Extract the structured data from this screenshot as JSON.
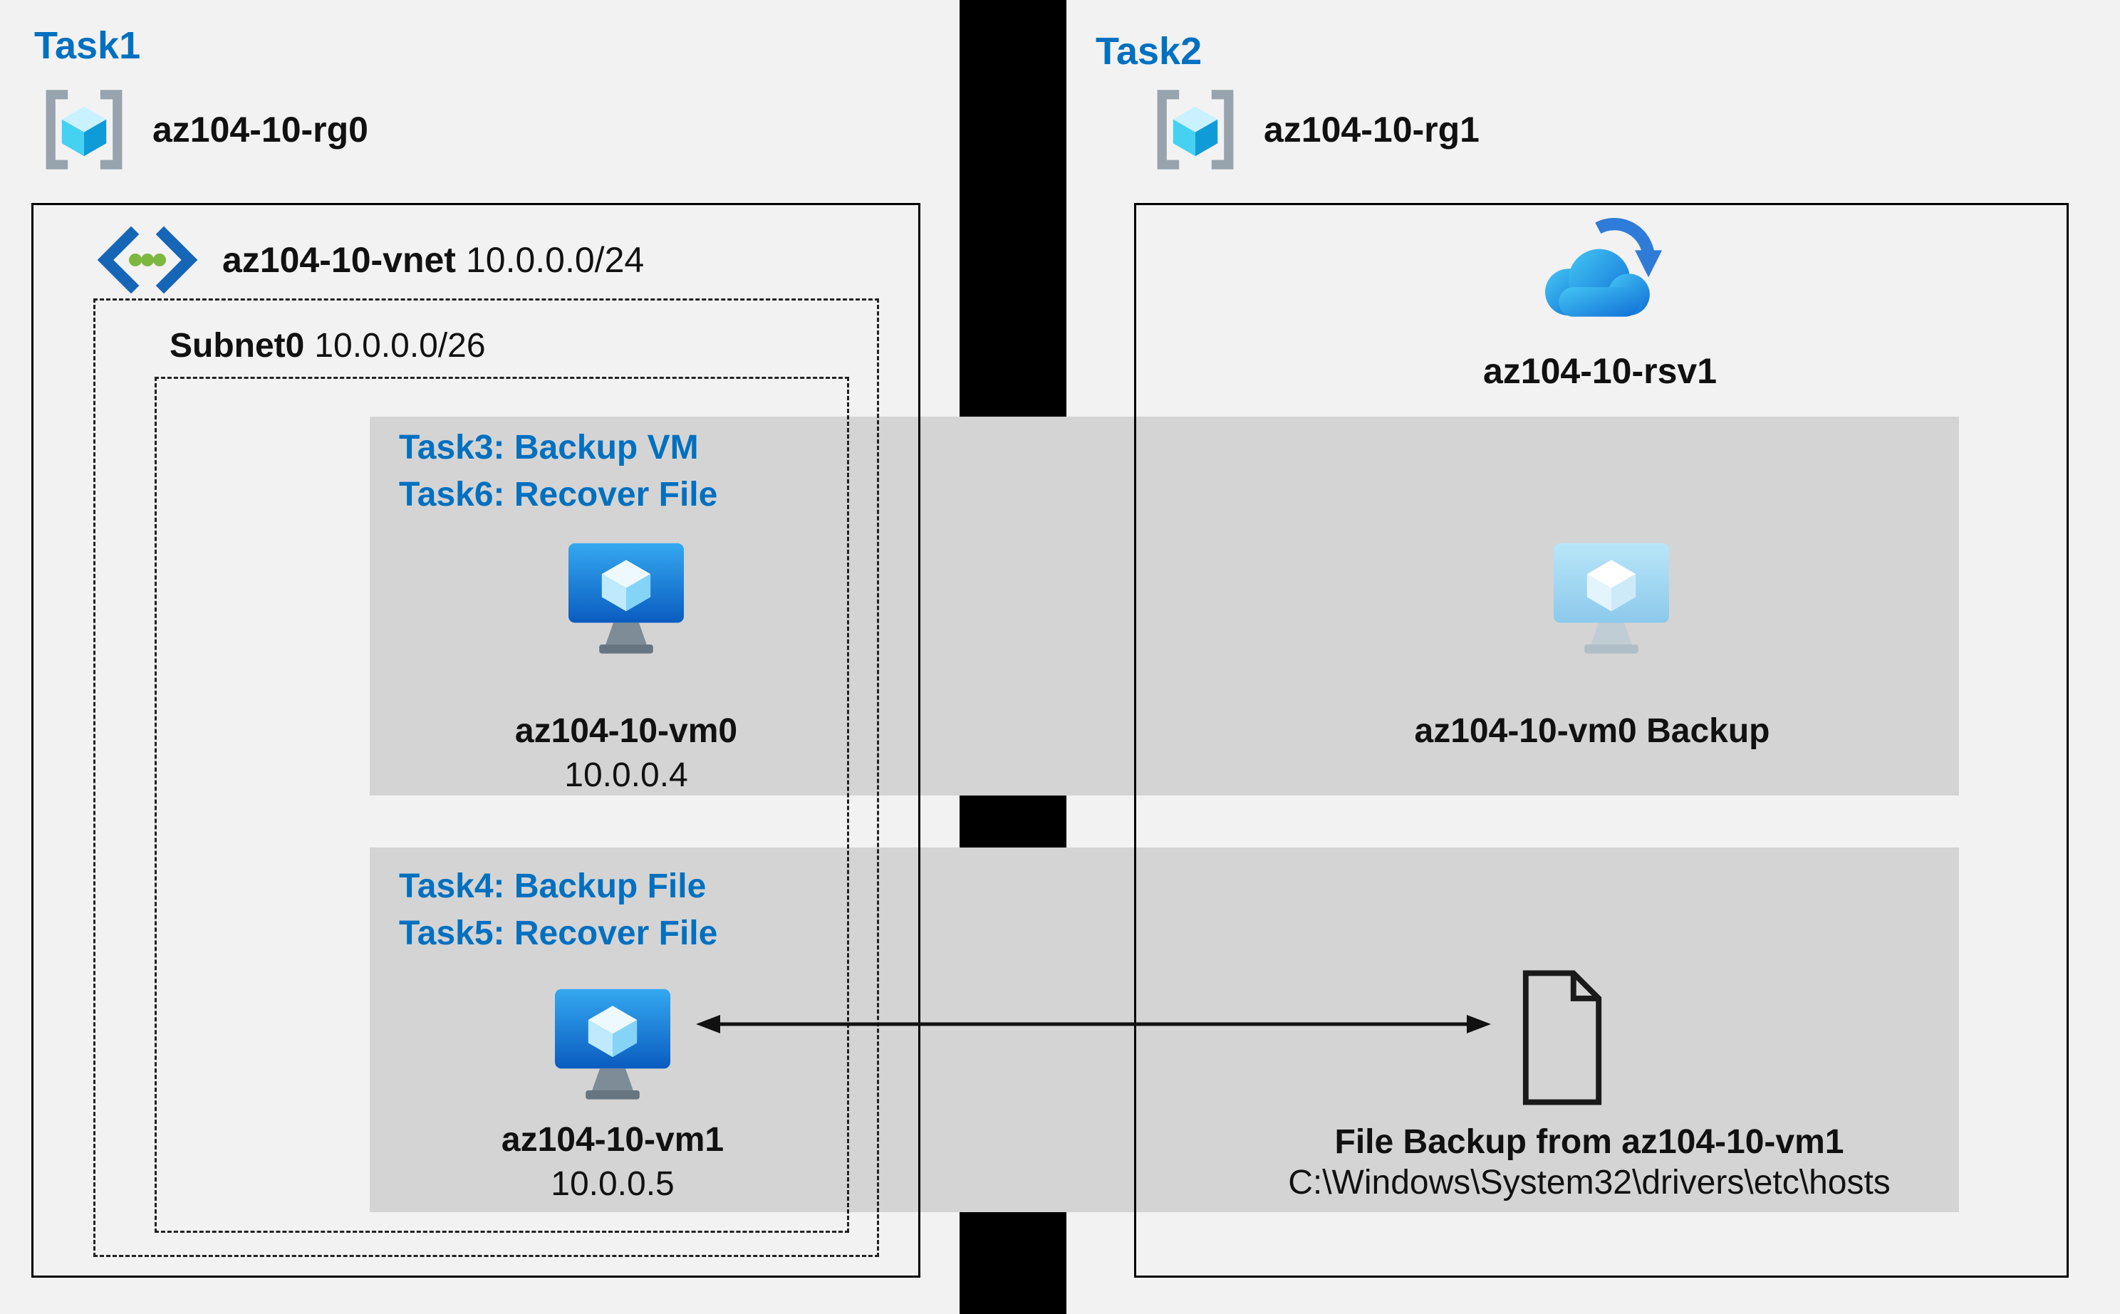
{
  "colors": {
    "accent_blue": "#0070C0",
    "band_gray": "#d4d4d4",
    "background": "#f2f2f2",
    "box_border": "#000000"
  },
  "left": {
    "task_label": "Task1",
    "resource_group": "az104-10-rg0",
    "vnet": {
      "name": "az104-10-vnet",
      "cidr": "10.0.0.0/24"
    },
    "subnet": {
      "name": "Subnet0",
      "cidr": "10.0.0.0/26"
    },
    "vm0": {
      "tasks": [
        "Task3: Backup VM",
        "Task6: Recover File"
      ],
      "name": "az104-10-vm0",
      "ip": "10.0.0.4"
    },
    "vm1": {
      "tasks": [
        "Task4: Backup File",
        "Task5: Recover File"
      ],
      "name": "az104-10-vm1",
      "ip": "10.0.0.5"
    }
  },
  "right": {
    "task_label": "Task2",
    "resource_group": "az104-10-rg1",
    "vault_name": "az104-10-rsv1",
    "vm_backup_label": "az104-10-vm0 Backup",
    "file_backup": {
      "title": "File Backup from az104-10-vm1",
      "path": "C:\\Windows\\System32\\drivers\\etc\\hosts"
    }
  },
  "icons": {
    "resource_group": "resource-group-icon",
    "virtual_network": "vnet-icon",
    "virtual_machine": "vm-icon",
    "vm_backup": "vm-faded-icon",
    "recovery_vault": "recovery-vault-cloud-icon",
    "file": "file-document-icon",
    "link": "double-headed-arrow"
  }
}
